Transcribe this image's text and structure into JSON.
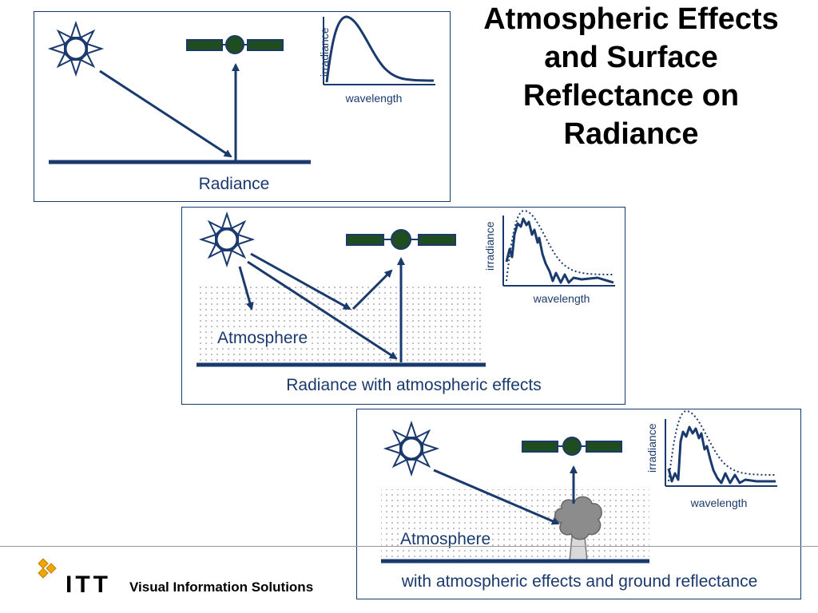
{
  "title": "Atmospheric Effects and Surface Reflectance on Radiance",
  "footer": {
    "logo_text": "ITT",
    "company": "Visual Information Solutions"
  },
  "panels": [
    {
      "caption": "Radiance",
      "chart": {
        "ylabel": "irradiance",
        "xlabel": "wavelength"
      }
    },
    {
      "caption": "Radiance with atmospheric effects",
      "atmosphere_label": "Atmosphere",
      "chart": {
        "ylabel": "irradiance",
        "xlabel": "wavelength"
      }
    },
    {
      "caption": "with atmospheric effects and ground reflectance",
      "atmosphere_label": "Atmosphere",
      "chart": {
        "ylabel": "irradiance",
        "xlabel": "wavelength"
      }
    }
  ],
  "colors": {
    "navy": "#1a3a6e",
    "satellite_green": "#1f4d1f",
    "tree_gray": "#8c8c8c"
  },
  "icons": [
    "sun-icon",
    "satellite-icon",
    "tree-icon",
    "itt-logo-icon"
  ]
}
